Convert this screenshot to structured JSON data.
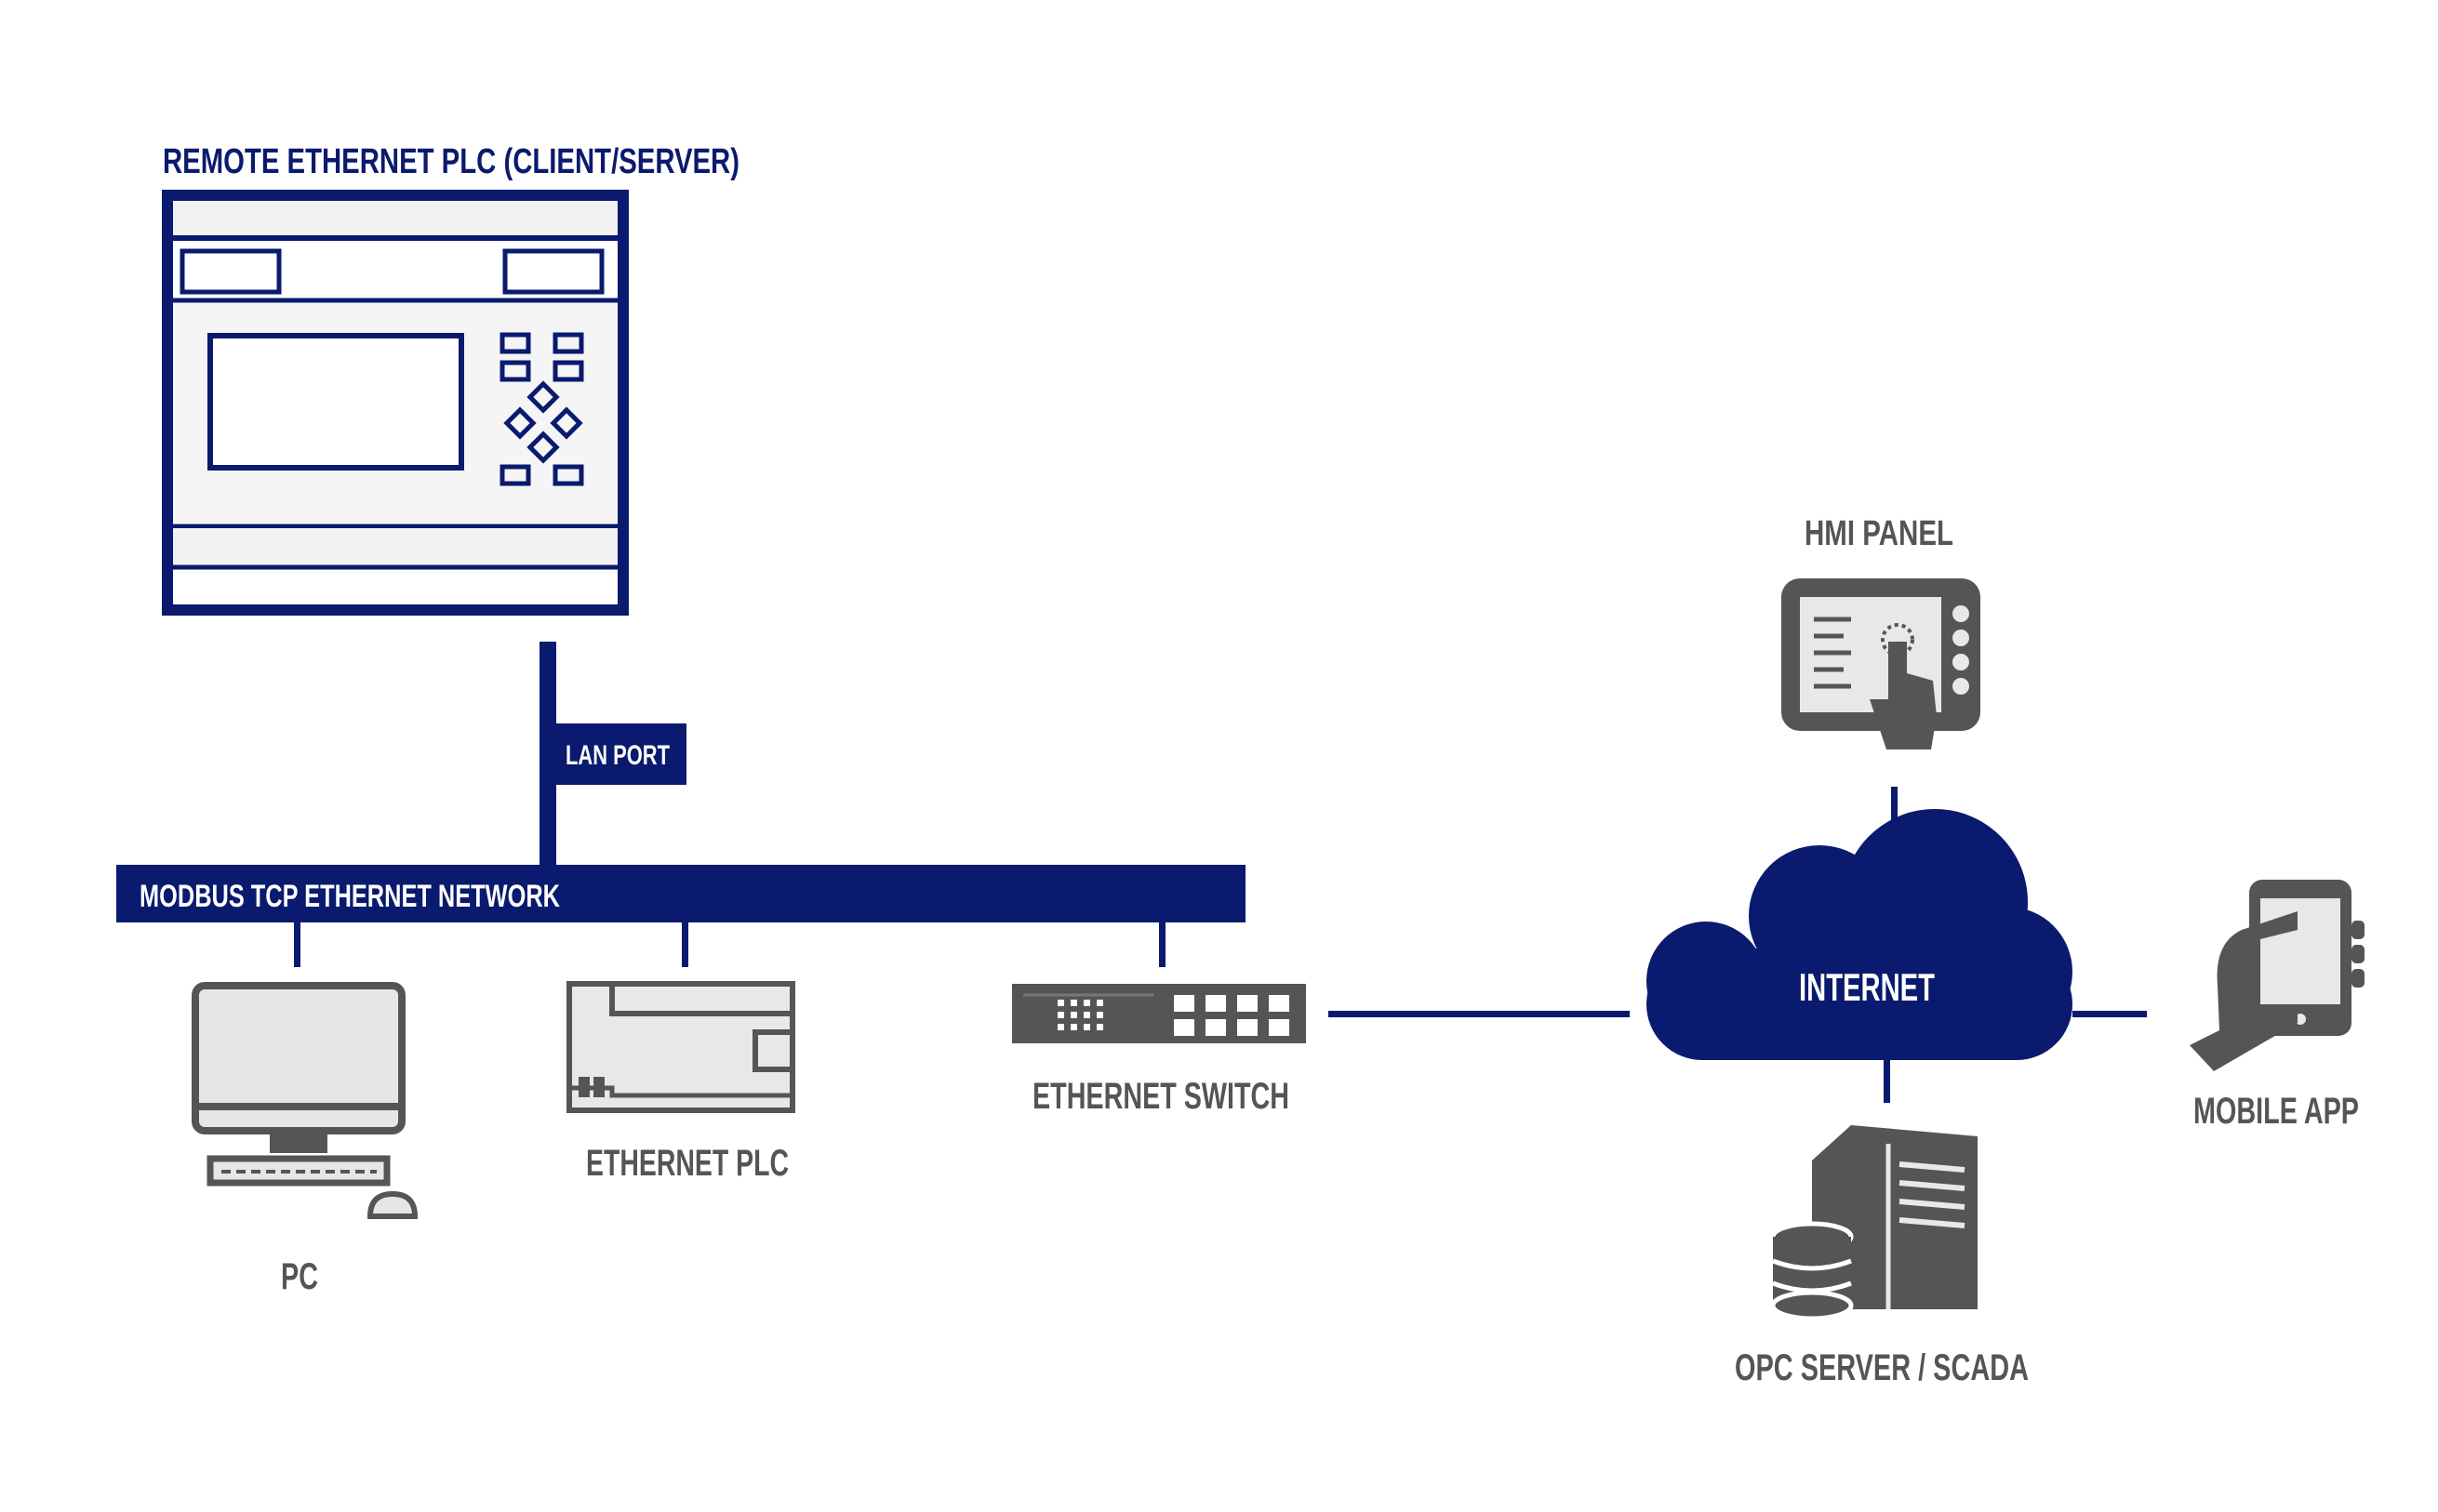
{
  "labels": {
    "remote_plc": "REMOTE ETHERNET PLC (CLIENT/SERVER)",
    "lan_port": "LAN PORT",
    "network_bus": "MODBUS TCP ETHERNET NETWORK",
    "pc": "PC",
    "ethernet_plc": "ETHERNET PLC",
    "ethernet_switch": "ETHERNET SWITCH",
    "hmi_panel": "HMI PANEL",
    "internet": "INTERNET",
    "mobile_app": "MOBILE APP",
    "opc_server": "OPC SERVER / SCADA"
  },
  "colors": {
    "navy": "#0a1a6e",
    "gray": "#555555",
    "light_gray": "#e8e8e8",
    "white": "#ffffff"
  },
  "icons": {
    "remote_plc": "plc-device-icon",
    "pc": "desktop-computer-icon",
    "ethernet_plc": "plc-module-icon",
    "ethernet_switch": "network-switch-icon",
    "hmi_panel": "touch-panel-icon",
    "internet": "cloud-icon",
    "mobile_app": "smartphone-hand-icon",
    "opc_server": "server-database-icon"
  }
}
